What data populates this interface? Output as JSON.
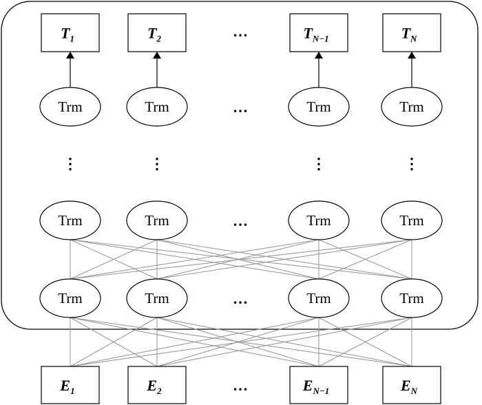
{
  "outputs": [
    {
      "sym": "T",
      "sub": "1",
      "sub_italic": false
    },
    {
      "sym": "T",
      "sub": "2",
      "sub_italic": false
    },
    {
      "sym": "T",
      "sub": "N−1",
      "sub_italic": true
    },
    {
      "sym": "T",
      "sub": "N",
      "sub_italic": true
    }
  ],
  "inputs": [
    {
      "sym": "E",
      "sub": "1",
      "sub_italic": false
    },
    {
      "sym": "E",
      "sub": "2",
      "sub_italic": false
    },
    {
      "sym": "E",
      "sub": "N−1",
      "sub_italic": true
    },
    {
      "sym": "E",
      "sub": "N",
      "sub_italic": true
    }
  ],
  "node_label": "Trm",
  "ellipsis_h": "…",
  "ellipsis_v": "⋮"
}
